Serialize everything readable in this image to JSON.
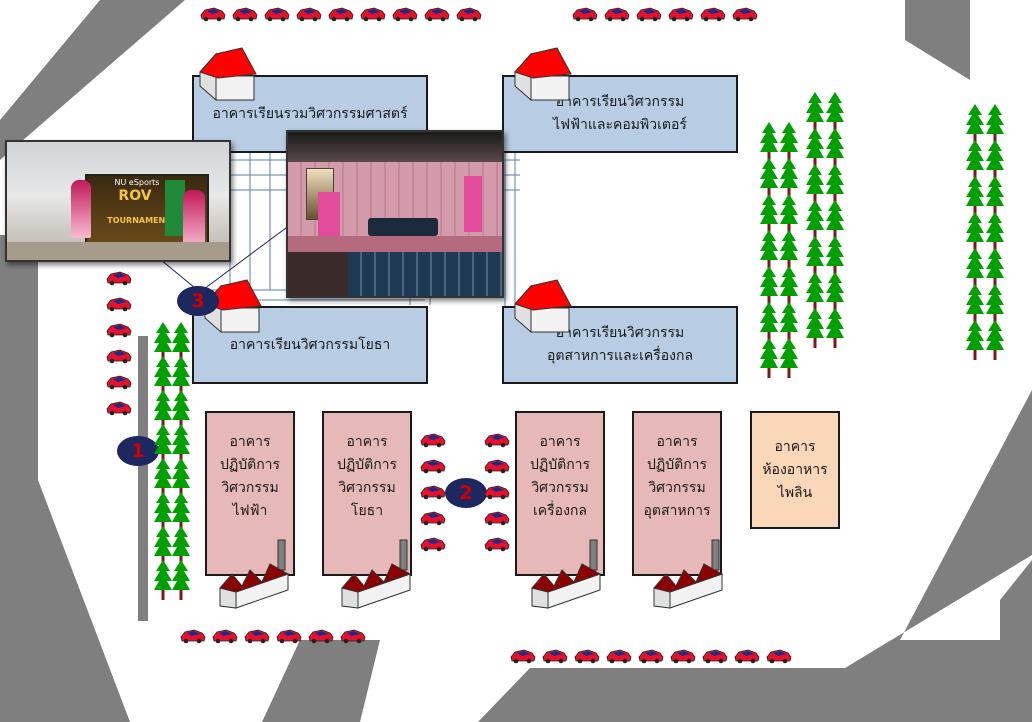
{
  "buildings": {
    "science_lecture": "อาคารเรียนรวมวิศวกรรมศาสตร์",
    "ee_lecture": "อาคารเรียนวิศวกรรม\nไฟฟ้าและคอมพิวเตอร์",
    "civil_lecture": "อาคารเรียนวิศวกรรมโยธา",
    "ie_lecture": "อาคารเรียนวิศวกรรม\nอุตสาหการและเครื่องกล",
    "lab_ee": "อาคาร\nปฏิบัติการ\nวิศวกรรม\nไฟฟ้า",
    "lab_civil": "อาคาร\nปฏิบัติการ\nวิศวกรรม\nโยธา",
    "lab_me": "อาคาร\nปฏิบัติการ\nวิศวกรรม\nเครื่องกล",
    "lab_ie": "อาคาร\nปฏิบัติการ\nวิศวกรรม\nอุตสาหการ",
    "canteen": "อาคาร\nห้องอาหาร\nไพลิน"
  },
  "markers": {
    "m1": "1",
    "m2": "2",
    "m3": "3"
  },
  "photo": {
    "esports_title": "NU eSports",
    "esports_game": "ROV",
    "esports_event": "TOURNAMENT"
  },
  "colors": {
    "road": "#7f7f7f",
    "lecture": "#b8cce4",
    "lab": "#e6b9b8",
    "canteen": "#fad7b8",
    "roof_red": "#ff0000",
    "factory_roof": "#8b0000",
    "tree": "#00a000",
    "car_red": "#e8102a",
    "car_blue": "#1e2a8a",
    "marker": "#1d2760",
    "marker_text": "#d40000"
  },
  "icons": {
    "lecture": "house-red-roof-icon",
    "lab": "factory-icon",
    "parking": "car-icon",
    "greenery": "pine-tree-icon"
  }
}
